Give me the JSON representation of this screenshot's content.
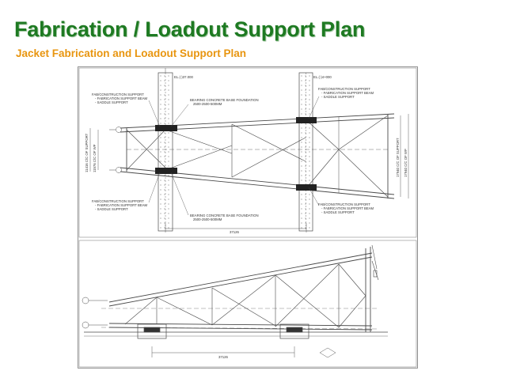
{
  "slide": {
    "title": "Fabrication / Loadout Support Plan",
    "subtitle": "Jacket Fabrication and Loadout Support Plan"
  },
  "plan_view": {
    "elev_left": "EL.(-)37.000",
    "elev_right": "EL.(-)4+000",
    "left_notes": [
      "FAB/CONSTRUCTION SUPPORT",
      "- FABRICATION SUPPORT BEAM",
      "- SADDLE SUPPORT"
    ],
    "left_notes_bottom": [
      "FAB/CONSTRUCTION SUPPORT",
      "- FABRICATION SUPPORT BEAM",
      "- SADDLE SUPPORT"
    ],
    "right_notes": [
      "FAB/CONSTRUCTION SUPPORT",
      "- FABRICATION SUPPORT BEAM",
      "- SADDLE SUPPORT"
    ],
    "right_notes_bottom": [
      "FAB/CONSTRUCTION SUPPORT",
      "- FABRICATION SUPPORT BEAM",
      "- SADDLE SUPPORT"
    ],
    "foundation_top": [
      "BEARING CONCRETE BASE FOUNDATION",
      "2500-2500-500MM"
    ],
    "foundation_bottom": [
      "BEARING CONCRETE BASE FOUNDATION",
      "2500-2500-500MM"
    ],
    "dim_left": "11416 C/C OF SUPPORT",
    "dim_left_inner": "11576 C/C OF WP",
    "dim_right": "17940 C/C OF SUPPORT",
    "dim_right_inner": "17940 C/C OF WP",
    "span": "37126"
  },
  "elevation_view": {
    "span": "37126"
  },
  "colors": {
    "title": "#1e7a22",
    "subtitle": "#e8950f",
    "line": "#4a4a4a"
  }
}
